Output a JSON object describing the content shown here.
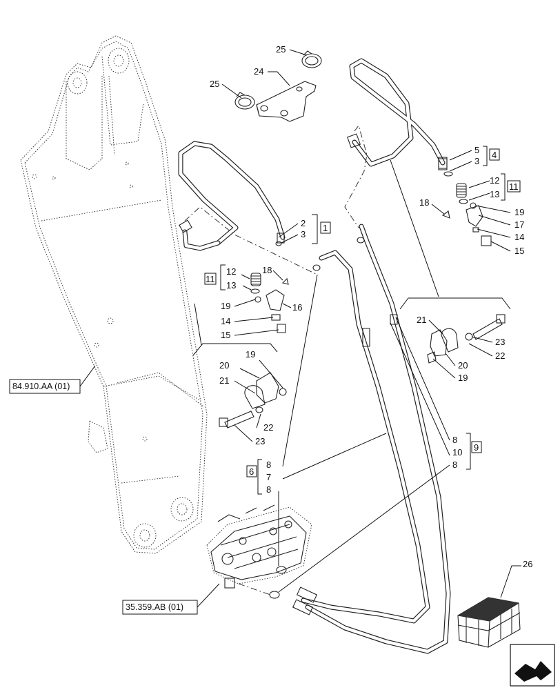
{
  "callouts": {
    "c25a": "25",
    "c24": "24",
    "c25b": "25",
    "c2l": "2",
    "c3l": "3",
    "g1l": "1",
    "c12l": "12",
    "c13l": "13",
    "c18l": "18",
    "c19l": "19",
    "c16l": "16",
    "c14l": "14",
    "c15l": "15",
    "g11l": "11",
    "c20l": "20",
    "c19m": "19",
    "c21l": "21",
    "c22l": "22",
    "c23l": "23",
    "c5r": "5",
    "c3r": "3",
    "g4r": "4",
    "c12r": "12",
    "c13r": "13",
    "g11r": "11",
    "c18r": "18",
    "c19r": "19",
    "c17r": "17",
    "c14r": "14",
    "c15r": "15",
    "c21r": "21",
    "c23r": "23",
    "c20r": "20",
    "c22r": "22",
    "c19r2": "19",
    "c8a": "8",
    "c7a": "7",
    "c8b": "8",
    "g6": "6",
    "c8c": "8",
    "c10c": "10",
    "c8d": "8",
    "g9": "9",
    "c26": "26"
  },
  "references": {
    "boom_ref": "84.910.AA (01)",
    "valve_ref": "35.359.AB (01)"
  },
  "icons": {
    "nav": "next-page-arrow-icon",
    "crate": "shipping-crate-icon"
  }
}
